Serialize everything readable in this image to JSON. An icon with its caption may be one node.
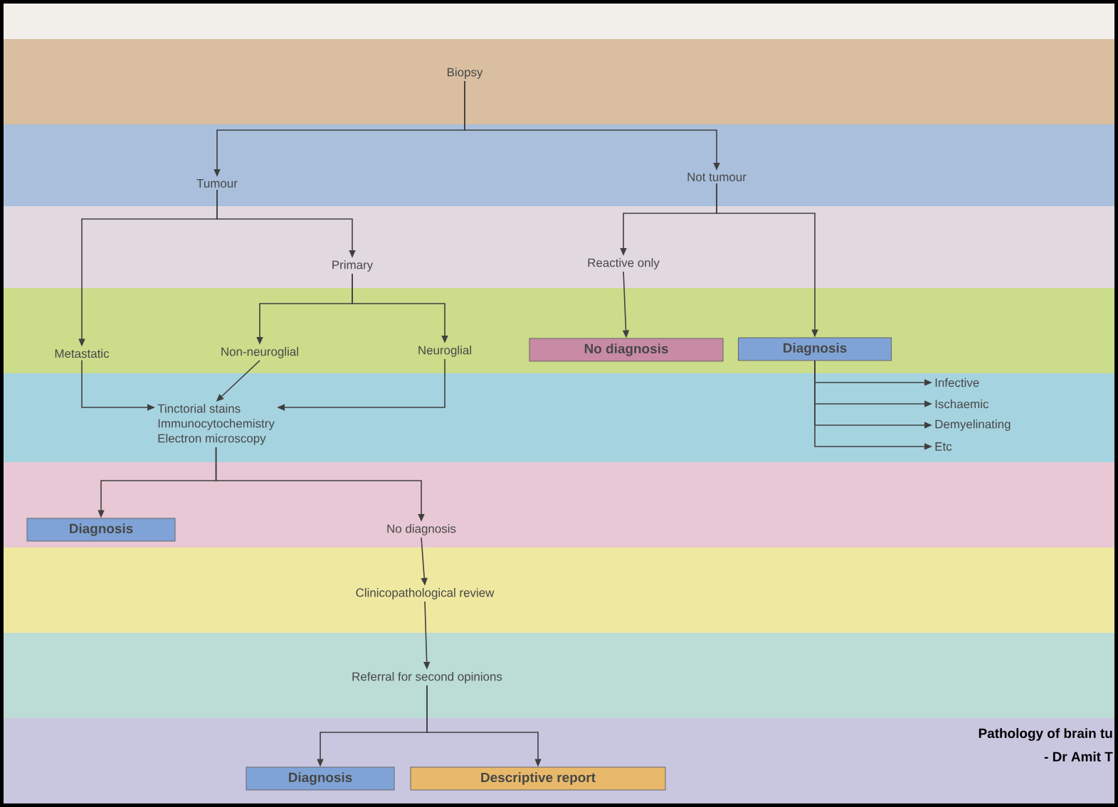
{
  "diagram": {
    "nodes": [
      {
        "text": [
          "Biopsy"
        ]
      },
      {
        "text": [
          "Tumour"
        ]
      },
      {
        "text": [
          "Not tumour"
        ]
      },
      {
        "text": [
          "Primary"
        ]
      },
      {
        "text": [
          "Reactive only"
        ]
      },
      {
        "text": [
          "Metastatic"
        ]
      },
      {
        "text": [
          "Non-neuroglial"
        ]
      },
      {
        "text": [
          "Neuroglial"
        ]
      },
      {
        "text": [
          "No diagnosis"
        ]
      },
      {
        "text": [
          "Diagnosis"
        ]
      },
      {
        "text": [
          "Tinctorial stains",
          "Immunocytochemistry",
          "Electron microscopy"
        ]
      },
      {
        "text": [
          "Infective"
        ]
      },
      {
        "text": [
          "Ischaemic"
        ]
      },
      {
        "text": [
          "Demyelinating"
        ]
      },
      {
        "text": [
          "Etc"
        ]
      },
      {
        "text": [
          "Diagnosis"
        ]
      },
      {
        "text": [
          "No diagnosis"
        ]
      },
      {
        "text": [
          "Clinicopathological review"
        ]
      },
      {
        "text": [
          "Referral for second opinions"
        ]
      },
      {
        "text": [
          "Diagnosis"
        ]
      },
      {
        "text": [
          "Descriptive report"
        ]
      }
    ],
    "edges": [
      {
        "from": 0,
        "to": 1,
        "arrow": "to"
      },
      {
        "from": 0,
        "to": 2,
        "arrow": "to"
      },
      {
        "from": 1,
        "to": 5,
        "arrow": "to"
      },
      {
        "from": 1,
        "to": 3,
        "arrow": "to"
      },
      {
        "from": 2,
        "to": 4,
        "arrow": "to"
      },
      {
        "from": 2,
        "to": 9,
        "arrow": "to"
      },
      {
        "from": 3,
        "to": 6,
        "arrow": "to"
      },
      {
        "from": 3,
        "to": 7,
        "arrow": "to"
      },
      {
        "from": 4,
        "to": 8,
        "arrow": "to"
      },
      {
        "from": 5,
        "to": 10,
        "arrow": "to"
      },
      {
        "from": 6,
        "to": 10,
        "arrow": "to"
      },
      {
        "from": 7,
        "to": 10,
        "arrow": "to"
      },
      {
        "from": 9,
        "to": 11,
        "arrow": "to"
      },
      {
        "from": 9,
        "to": 12,
        "arrow": "to"
      },
      {
        "from": 9,
        "to": 13,
        "arrow": "to"
      },
      {
        "from": 9,
        "to": 14,
        "arrow": "to"
      },
      {
        "from": 10,
        "to": 15,
        "arrow": "to"
      },
      {
        "from": 10,
        "to": 16,
        "arrow": "to"
      },
      {
        "from": 16,
        "to": 17,
        "arrow": "to"
      },
      {
        "from": 17,
        "to": 18,
        "arrow": "to"
      },
      {
        "from": 18,
        "to": 19,
        "arrow": "to"
      },
      {
        "from": 18,
        "to": 20,
        "arrow": "to"
      }
    ],
    "labels": [
      "Pathology of brain tu",
      "- Dr Amit T"
    ]
  }
}
